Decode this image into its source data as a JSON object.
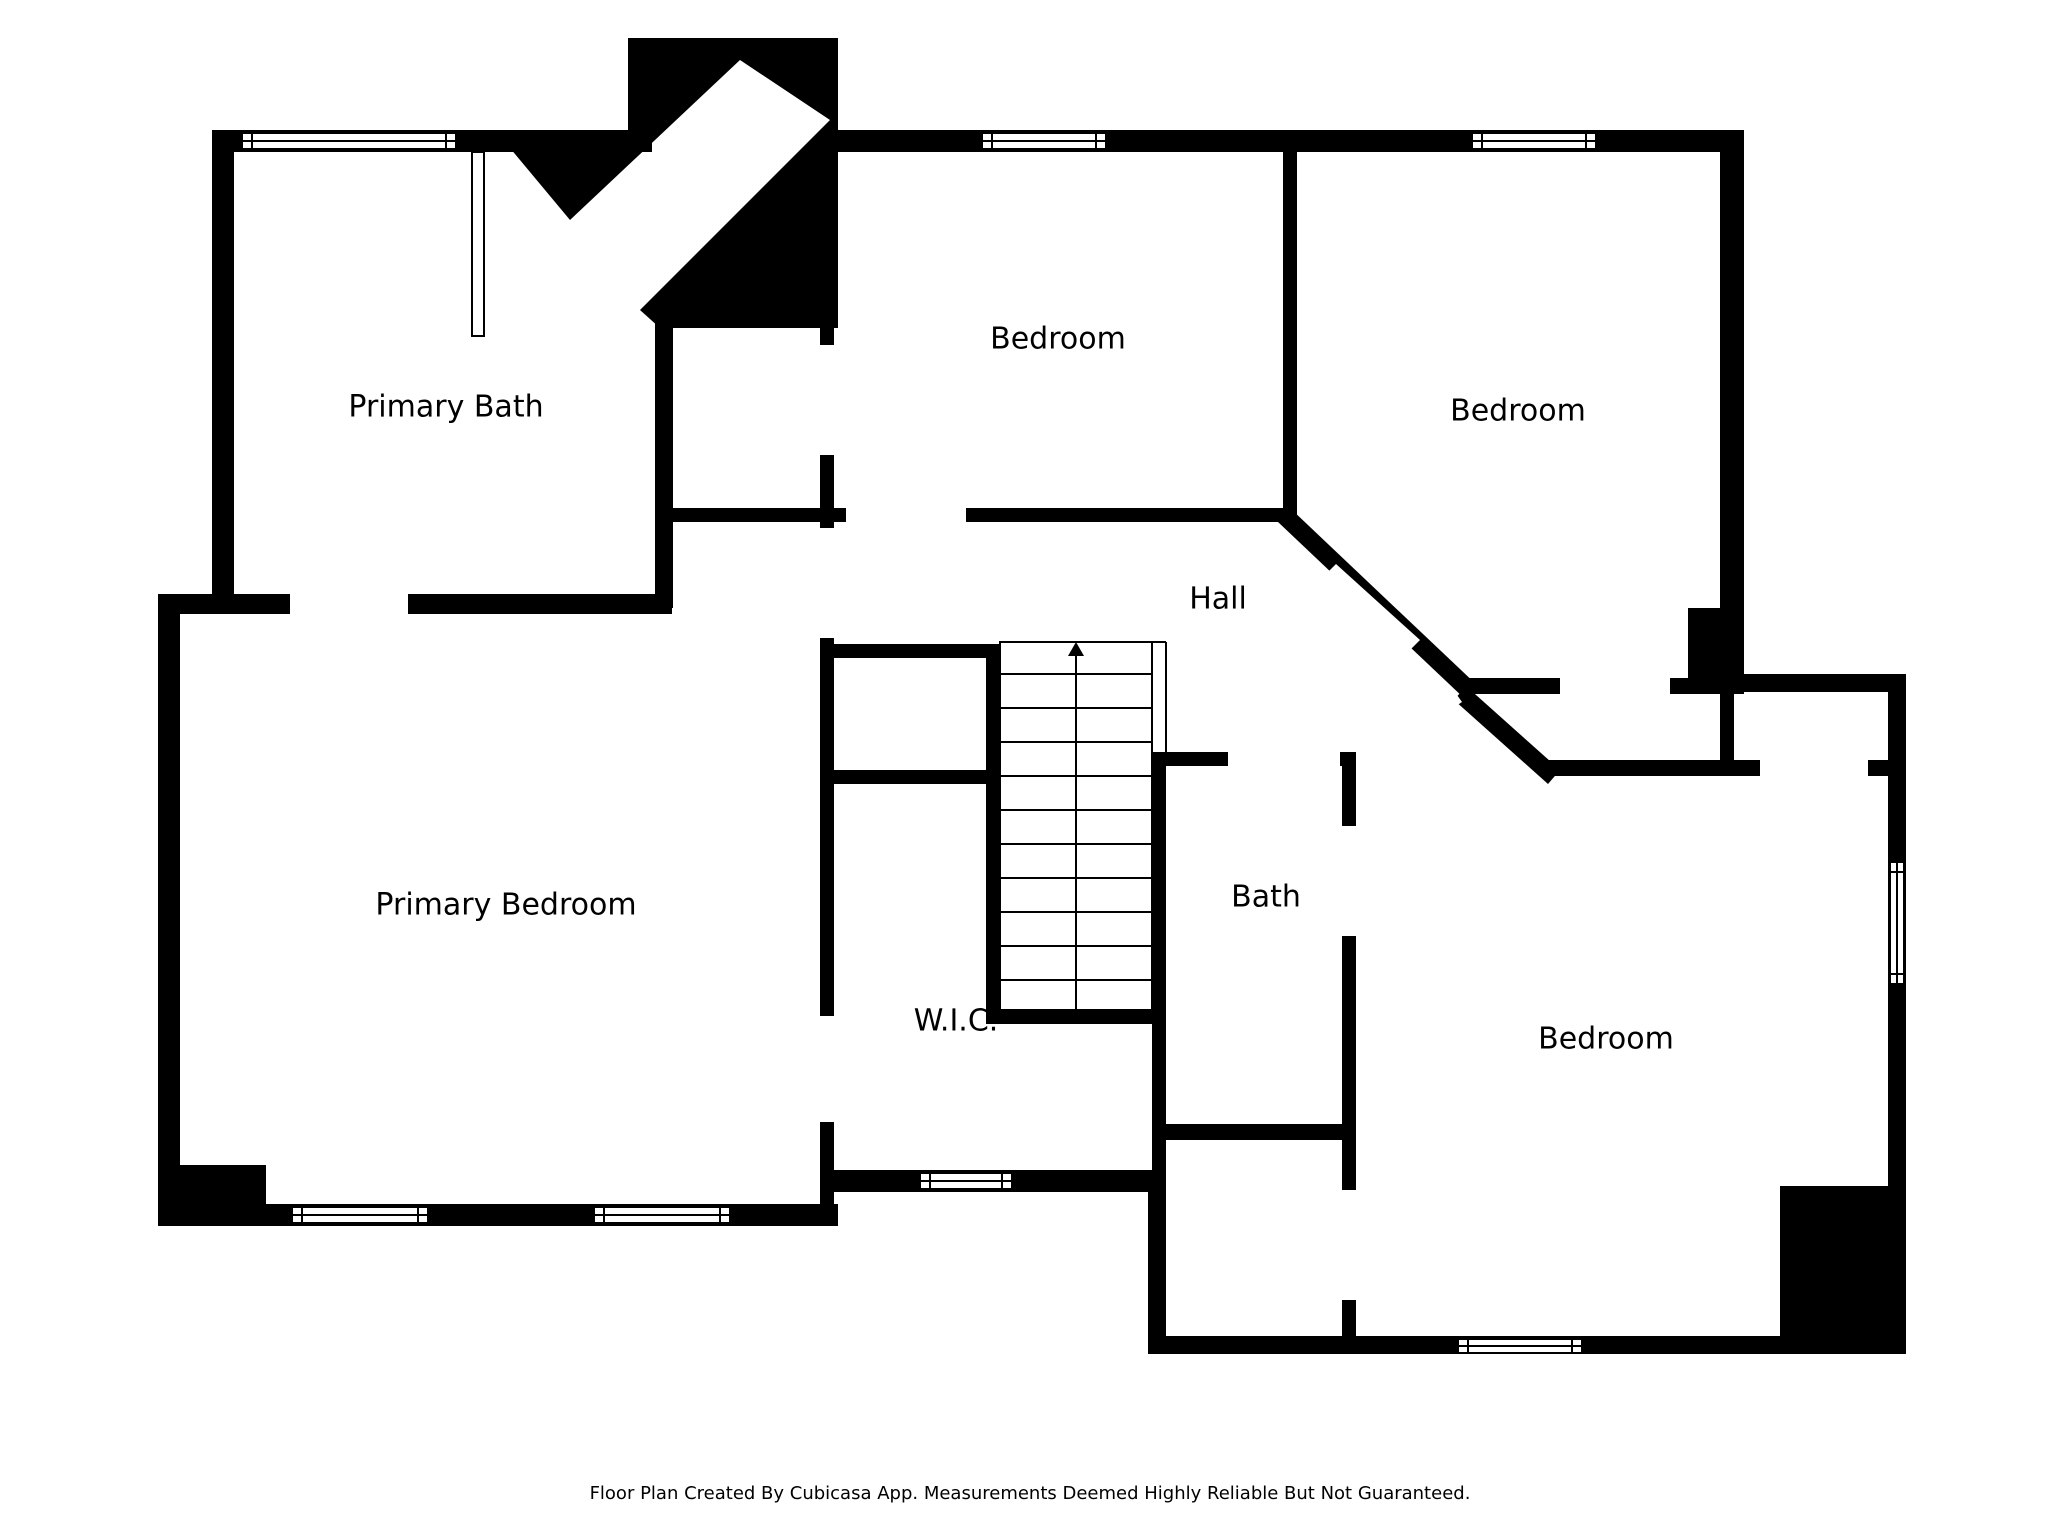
{
  "rooms": {
    "primary_bath": "Primary Bath",
    "bedroom_top_left": "Bedroom",
    "bedroom_top_right": "Bedroom",
    "hall": "Hall",
    "primary_bedroom": "Primary Bedroom",
    "wic": "W.I.C.",
    "bath": "Bath",
    "bedroom_bottom_right": "Bedroom"
  },
  "footer": {
    "disclaimer": "Floor Plan Created By Cubicasa App. Measurements Deemed Highly Reliable But Not Guaranteed."
  },
  "colors": {
    "wall": "#000000",
    "background": "#ffffff"
  }
}
